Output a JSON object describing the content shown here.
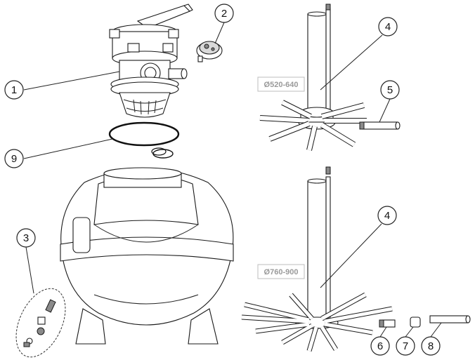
{
  "callouts": {
    "c1": "1",
    "c2": "2",
    "c3": "3",
    "c4_top": "4",
    "c4_bottom": "4",
    "c5": "5",
    "c6": "6",
    "c7": "7",
    "c8": "8",
    "c9": "9"
  },
  "dimensions": {
    "small": "Ø520-640",
    "large": "Ø760-900"
  }
}
